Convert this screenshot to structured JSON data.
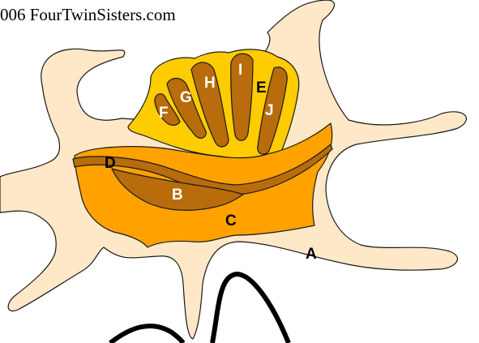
{
  "copyright": "006 FourTwinSisters.com",
  "labels": {
    "A": "A",
    "B": "B",
    "C": "C",
    "D": "D",
    "E": "E",
    "F": "F",
    "G": "G",
    "H": "H",
    "I": "I",
    "J": "J"
  },
  "colors": {
    "body": "#fee8c8",
    "tail_layer": "#ffa200",
    "head_layer": "#ffcc00",
    "segments": "#b86c0c",
    "outline": "#1a1a1a",
    "label_light": "#ffffff",
    "label_dark": "#000000"
  }
}
